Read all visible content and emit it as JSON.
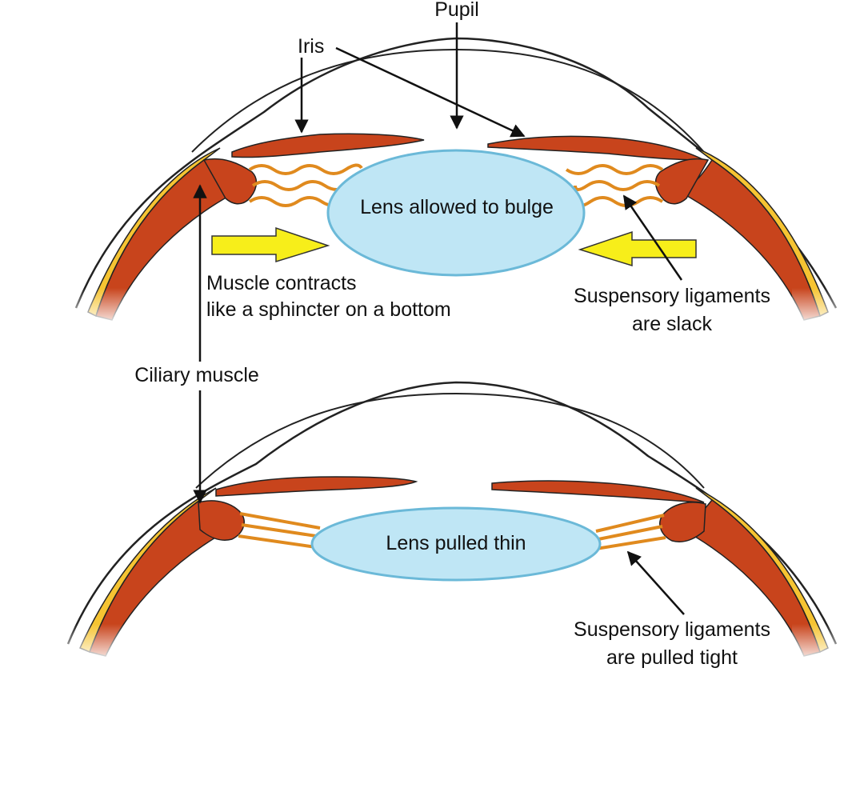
{
  "labels": {
    "pupil": "Pupil",
    "iris": "Iris",
    "lens_bulge": "Lens allowed to bulge",
    "muscle_contracts_line1": "Muscle contracts",
    "muscle_contracts_line2": "like a sphincter on a bottom",
    "ligaments_slack_line1": "Suspensory ligaments",
    "ligaments_slack_line2": "are slack",
    "ciliary_muscle": "Ciliary muscle",
    "lens_thin": "Lens pulled thin",
    "ligaments_tight_line1": "Suspensory ligaments",
    "ligaments_tight_line2": "are pulled tight"
  },
  "colors": {
    "lens_fill": "#bfe6f5",
    "lens_stroke": "#6bb9d8",
    "muscle": "#c8441c",
    "sclera_yellow": "#f6c432",
    "ligament": "#e08a1e",
    "push_arrow": "#f7ee1a",
    "outline": "#222222"
  }
}
